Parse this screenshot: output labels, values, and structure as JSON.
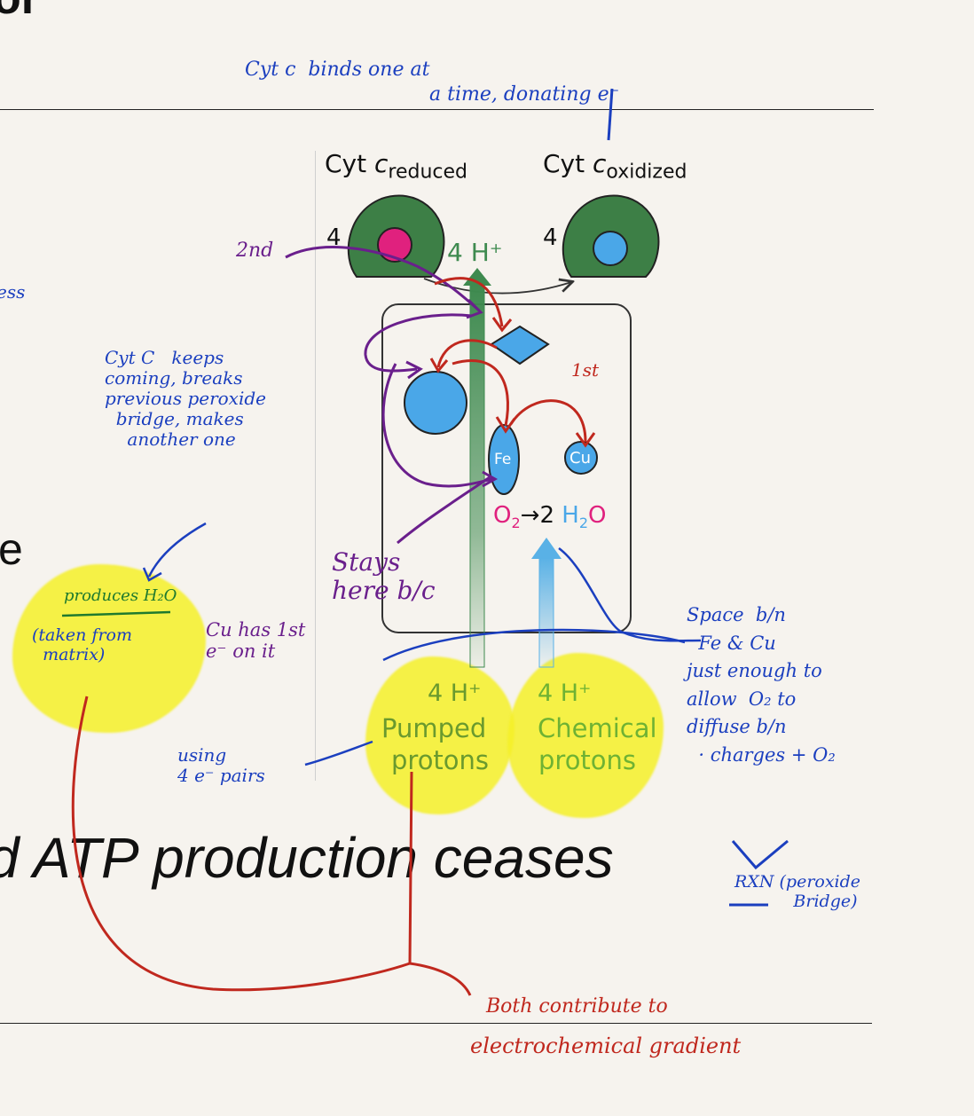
{
  "slide": {
    "partial_heading": "or",
    "partial_left_word": "e",
    "partial_bottom_statement": "d ATP production ceases"
  },
  "diagram": {
    "cyt_reduced": {
      "prefix": "Cyt ",
      "c": "c",
      "sub": "reduced"
    },
    "cyt_oxidized": {
      "prefix": "Cyt ",
      "c": "c",
      "sub": "oxidized"
    },
    "count_left": "4",
    "count_right": "4",
    "top_protons": "4 H⁺",
    "fe_label": "Fe",
    "cu_label": "Cu",
    "reaction": {
      "o": "O",
      "o_sub": "2",
      "arrow": "→2 ",
      "h": "H",
      "h_sub": "2",
      "o2": "O"
    },
    "pumped": {
      "count": "4 H⁺",
      "line1": "Pumped",
      "line2": "protons"
    },
    "chemical": {
      "count": "4 H⁺",
      "line1": "Chemical",
      "line2": "protons"
    },
    "colors": {
      "cyt_green": "#3d7f46",
      "electron_blue": "#4aa7e8",
      "heme_pink": "#e0217e",
      "pumped_green": "#6a9a2e",
      "chemical_green": "#6fb233",
      "arrow_green": "#3e8a4f",
      "arrow_blue": "#59b1e6"
    }
  },
  "annotations": {
    "top_note_1": "Cyt c  binds one at",
    "top_note_2": "a time, donating e⁻",
    "left_edge": "ess",
    "cyt_keeps": "Cyt C   keeps\ncoming, breaks\nprevious peroxide\n  bridge, makes\n    another one",
    "second": "2nd",
    "first": "1st",
    "stays_here": "Stays\nhere b/c",
    "cu_has": "Cu has 1st\ne⁻ on it",
    "produces_h2o": "produces H₂O",
    "taken_from": "(taken from\n  matrix)",
    "using": "using\n4 e⁻ pairs",
    "space_note": "Space  b/n\n  Fe & Cu\njust enough to\nallow  O₂ to\ndiffuse b/n\n  · charges + O₂",
    "rxn_note": "RXN (peroxide\n           Bridge)",
    "both_note_1": "Both contribute to",
    "both_note_2": "electrochemical gradient"
  }
}
